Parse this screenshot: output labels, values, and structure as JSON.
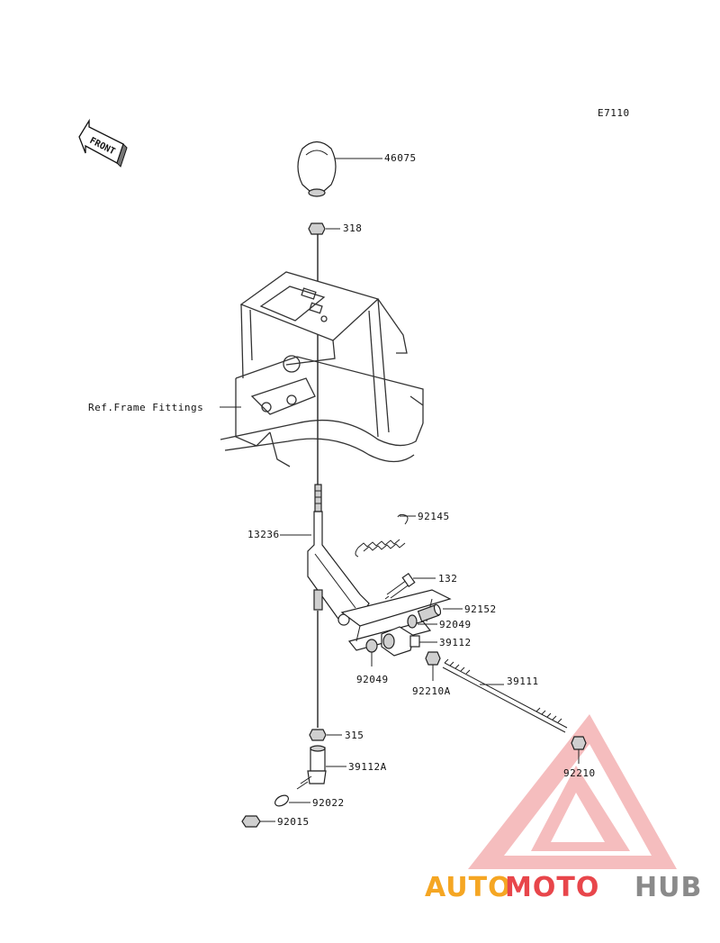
{
  "diagram_code": "E7110",
  "front_label": "FRONT",
  "callouts": {
    "knob": "46075",
    "nut_top": "318",
    "frame_ref": "Ref.Frame Fittings",
    "spring": "92145",
    "shift_lever": "13236",
    "bolt": "132",
    "bushing": "92152",
    "washer_upper": "92049",
    "rod_end_upper": "39112",
    "washer_lower": "92049",
    "nut_a": "92210A",
    "rod": "39111",
    "nut_bottom": "315",
    "rod_end_lower": "39112A",
    "washer_bottom": "92022",
    "nut_bottom_end": "92015",
    "nut_rod_end": "92210"
  },
  "watermark": {
    "part1": "AUTO",
    "part2": "MOTO",
    "part3": "HUB",
    "color_orange": "#f5a623",
    "color_red": "#e8464b",
    "color_gray": "#8a8a8a"
  }
}
